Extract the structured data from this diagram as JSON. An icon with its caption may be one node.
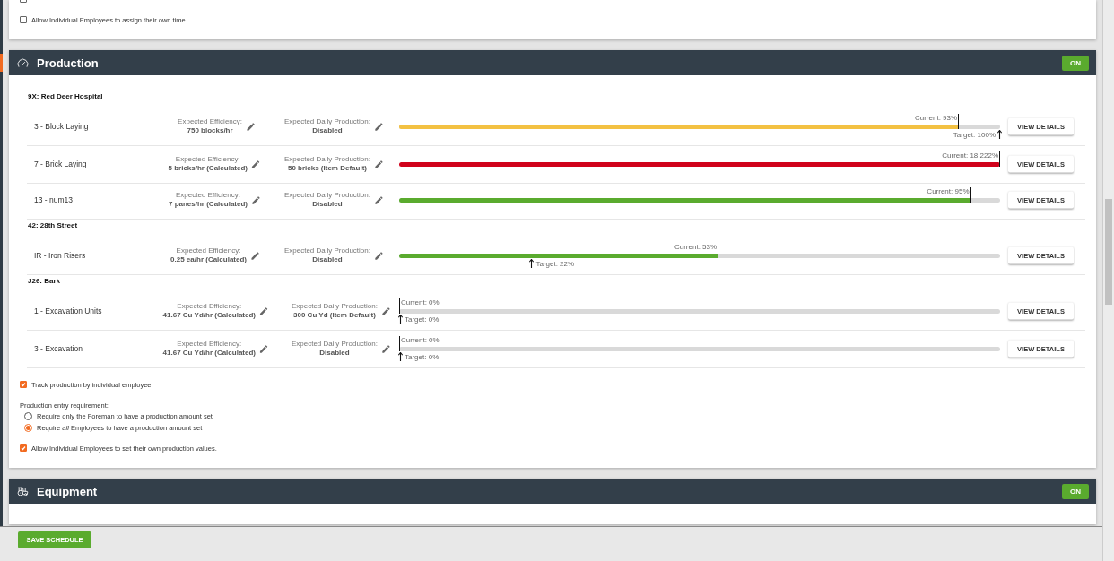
{
  "diagram": {
    "nodes": [
      {
        "text": [
          "Production",
          "ON"
        ]
      },
      {
        "text": [
          "Equipment",
          "ON"
        ]
      }
    ],
    "labels": [
      "Allow Individual Employees to assign their own time",
      "9X: Red Deer Hospital",
      "3 - Block Laying",
      "Expected Efficiency:",
      "750 blocks/hr",
      "Expected Daily Production:",
      "Disabled",
      "Current: 93%",
      "Target: 100%",
      "VIEW DETAILS",
      "7 - Brick Laying",
      "Expected Efficiency:",
      "5 bricks/hr (Calculated)",
      "Expected Daily Production:",
      "50 bricks (Item Default)",
      "Current: 18,222%",
      "VIEW DETAILS",
      "13 - num13",
      "Expected Efficiency:",
      "7 panes/hr (Calculated)",
      "Expected Daily Production:",
      "Disabled",
      "Current: 95%",
      "VIEW DETAILS",
      "42: 28th Street",
      "IR - Iron Risers",
      "Expected Efficiency:",
      "0.25 ea/hr (Calculated)",
      "Expected Daily Production:",
      "Disabled",
      "Current: 53%",
      "Target: 22%",
      "VIEW DETAILS",
      "J26: Bark",
      "1 - Excavation Units",
      "Expected Efficiency:",
      "41.67 Cu Yd/hr (Calculated)",
      "Expected Daily Production:",
      "300 Cu Yd (Item Default)",
      "Current: 0%",
      "Target: 0%",
      "VIEW DETAILS",
      "3 - Excavation",
      "Expected Efficiency:",
      "41.67 Cu Yd/hr (Calculated)",
      "Expected Daily Production:",
      "Disabled",
      "Current: 0%",
      "Target: 0%",
      "VIEW DETAILS",
      "Track production by individual employee",
      "Production entry requirement:",
      "Require only the Foreman to have a production amount set",
      "Require *all* Employees to have a production amount set",
      "Allow Individual Employees to set their own production values.",
      "SAVE SCHEDULE"
    ]
  }
}
